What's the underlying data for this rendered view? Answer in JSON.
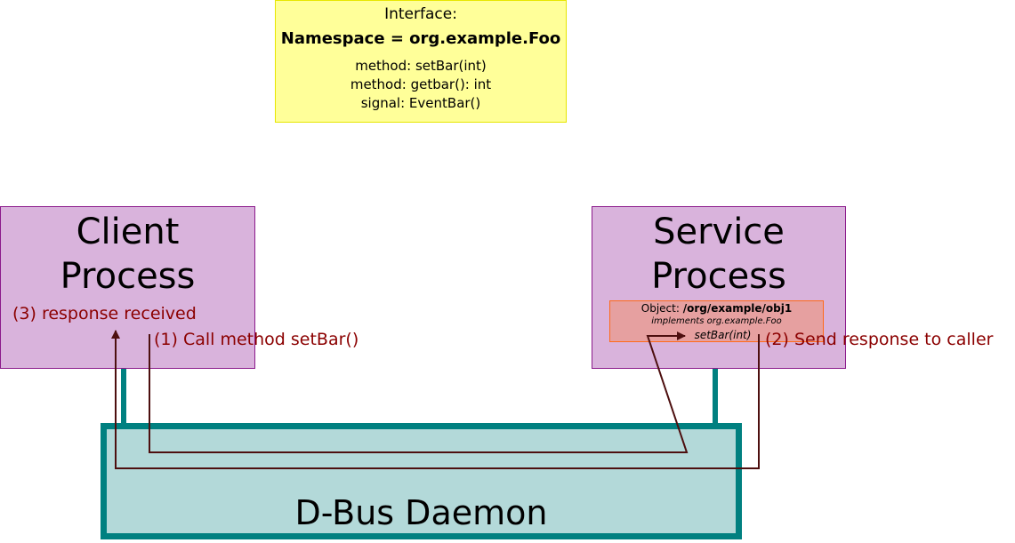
{
  "interface": {
    "title": "Interface:",
    "namespace": "Namespace = org.example.Foo",
    "members": [
      "method: setBar(int)",
      "method: getbar(): int",
      "signal: EventBar()"
    ]
  },
  "client": {
    "title_line1": "Client",
    "title_line2": "Process",
    "response_label": "(3) response received"
  },
  "service": {
    "title_line1": "Service",
    "title_line2": "Process",
    "object": {
      "prefix": "Object: ",
      "path": "/org/example/obj1",
      "implements": "implements org.example.Foo",
      "method": "setBar(int)"
    }
  },
  "steps": {
    "call": "(1) Call method setBar()",
    "send_response": "(2) Send response to caller"
  },
  "daemon": {
    "label": "D-Bus Daemon"
  },
  "colors": {
    "interface_fill": "#ffff99",
    "process_fill": "#d9b3dc",
    "process_border": "#8b1a8b",
    "object_fill": "#e6a0a0",
    "object_border": "#ff6a1a",
    "daemon_fill": "#b3d9d9",
    "bus_teal": "#008080",
    "arrow": "#4d0f0f",
    "step_text": "#8b0000"
  }
}
